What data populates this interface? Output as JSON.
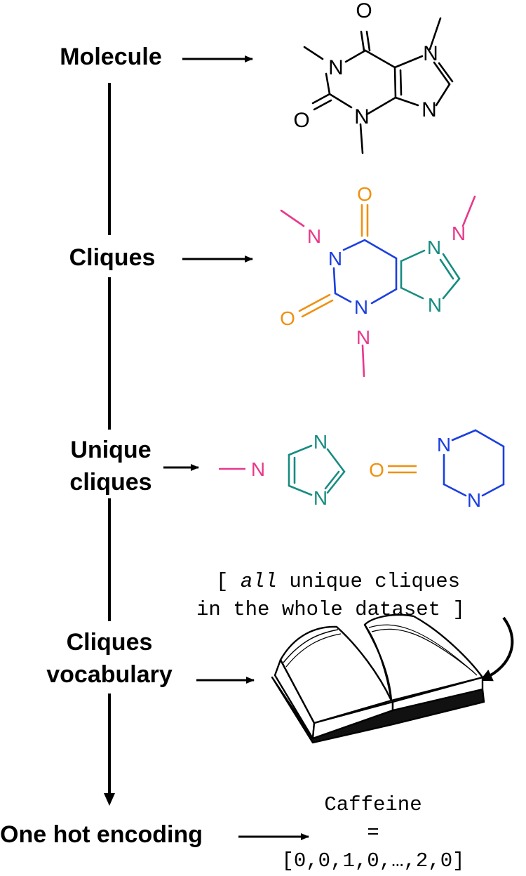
{
  "steps": {
    "molecule": "Molecule",
    "cliques": "Cliques",
    "unique_line1": "Unique",
    "unique_line2": "cliques",
    "vocab_line1": "Cliques",
    "vocab_line2": "vocabulary",
    "onehot": "One hot encoding"
  },
  "vocab_note": {
    "open": "[ ",
    "emph": "all",
    "rest": " unique cliques",
    "line2": "in the whole dataset ]"
  },
  "encoding": {
    "name": "Caffeine",
    "equals": "=",
    "vector": "[0,0,1,0,…,2,0]"
  },
  "atoms": {
    "N": "N",
    "O": "O"
  },
  "colors": {
    "methyl": "#e8388a",
    "carbonyl": "#f0900e",
    "imidazole": "#168c80",
    "pyrimidine": "#1b3fe0",
    "default": "#000000"
  },
  "icons": {
    "vocabulary": "open-book-icon"
  }
}
